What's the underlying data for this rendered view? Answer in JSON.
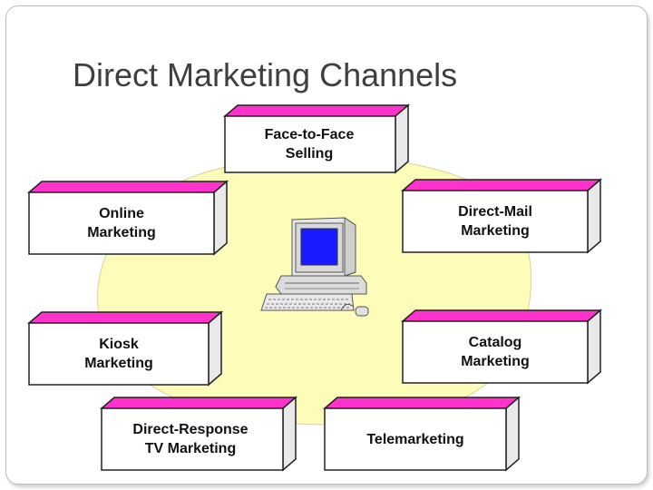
{
  "title": "Direct Marketing Channels",
  "colors": {
    "blob": "#fdfcb9",
    "box_top": "#ff33cc",
    "box_side": "#e9e9e9",
    "monitor_screen": "#1a1aff"
  },
  "center_icon": "computer-icon",
  "channels": [
    {
      "label": "Face-to-Face\nSelling"
    },
    {
      "label": "Online\nMarketing"
    },
    {
      "label": "Direct-Mail\nMarketing"
    },
    {
      "label": "Kiosk\nMarketing"
    },
    {
      "label": "Catalog\nMarketing"
    },
    {
      "label": "Direct-Response\nTV Marketing"
    },
    {
      "label": "Telemarketing"
    }
  ]
}
